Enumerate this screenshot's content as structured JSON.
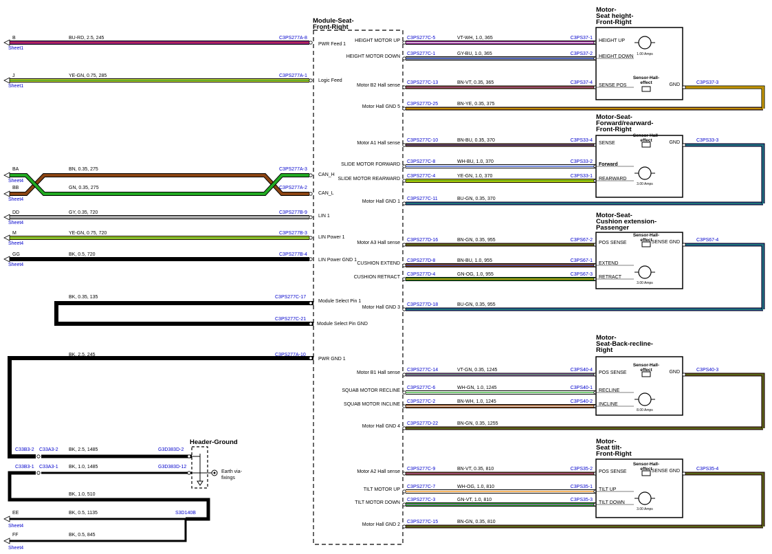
{
  "module": {
    "title_l1": "Module-Seat-",
    "title_l2": "Front-Right"
  },
  "header_ground": {
    "title": "Header-Ground",
    "earth_l1": "Earth via-",
    "earth_l2": "fixings"
  },
  "sheet_refs": {
    "s1": "Sheet1",
    "s4": "Sheet4"
  },
  "left_wires": [
    {
      "letter": "B",
      "spec": "BU-RD,  2.5,  245",
      "conn": "C3PS277A-8",
      "pin": "PWR Feed 1",
      "sheet": "Sheet1",
      "colors": [
        "#8b1a8b",
        "#cc3333"
      ]
    },
    {
      "letter": "J",
      "spec": "YE-GN,  0.75,  285",
      "conn": "C3PS277A-1",
      "pin": "Logic Feed",
      "sheet": "Sheet1",
      "colors": [
        "#ccdd33",
        "#228b22"
      ]
    },
    {
      "letter": "BA",
      "spec": "BN,  0.35,  275",
      "conn": "C3PS277A-3",
      "pin": "CAN_H",
      "sheet": "Sheet4",
      "colors": [
        "#8b4513",
        "#8b4513"
      ]
    },
    {
      "letter": "BB",
      "spec": "GN,  0.35,  275",
      "conn": "C3PS277A-2",
      "pin": "CAN_L",
      "sheet": "Sheet4",
      "colors": [
        "#22aa22",
        "#22aa22"
      ]
    },
    {
      "letter": "DD",
      "spec": "GY,  0.35,  720",
      "conn": "C3PS277B-9",
      "pin": "LIN 1",
      "sheet": "Sheet4",
      "colors": [
        "#aaaaaa",
        "#aaaaaa"
      ]
    },
    {
      "letter": "M",
      "spec": "YE-GN,  0.75,  720",
      "conn": "C3PS277B-3",
      "pin": "LIN Power 1",
      "sheet": "Sheet4",
      "colors": [
        "#ccdd33",
        "#228b22"
      ]
    },
    {
      "letter": "GG",
      "spec": "BK,  0.5,  720",
      "conn": "C3PS277B-4",
      "pin": "LIN Power GND 1",
      "sheet": "Sheet4",
      "colors": [
        "#000000",
        "#000000"
      ]
    }
  ],
  "module_select": {
    "spec": "BK,  0.35,  135",
    "conn1": "C3PS277C-17",
    "pin1": "Module Select Pin 1",
    "conn2": "C3PS277C-21",
    "pin2": "Module Select Pin GND"
  },
  "pwr_gnd": {
    "spec": "BK,  2.5,  245",
    "conn": "C3PS277A-10",
    "pin": "PWR GND 1"
  },
  "ground_rows": [
    {
      "c1": "C33B3-2",
      "c2": "C33A3-2",
      "spec": "BK,  2.5,  1485",
      "g": "G3D383D-2"
    },
    {
      "c1": "C33B3-1",
      "c2": "C33A3-1",
      "spec": "BK,  1.0,  1485",
      "g": "G3D383D-12"
    }
  ],
  "ground_misc": {
    "spec_510": "BK,  1.0,  510",
    "ee_letter": "EE",
    "ee_spec": "BK,  0.5,  1135",
    "ee_conn": "S3D140B",
    "ff_letter": "FF",
    "ff_spec": "BK,  0.5,  845"
  },
  "right_wires": [
    {
      "pin": "HEIGHT MOTOR UP",
      "conn": "C3PS277C-5",
      "spec": "VT-WH,  1.0,  365",
      "dest": "C3PS37-1",
      "colors": [
        "#8b1a8b",
        "#ffffff"
      ]
    },
    {
      "pin": "HEIGHT MOTOR DOWN",
      "conn": "C3PS277C-1",
      "spec": "GY-BU,  1.0,  365",
      "dest": "C3PS37-2",
      "colors": [
        "#999999",
        "#2244cc"
      ]
    },
    {
      "pin": "Motor B2 Hall sense",
      "conn": "C3PS277C-13",
      "spec": "BN-VT,  0.35,  365",
      "dest": "C3PS37-4",
      "colors": [
        "#8b4513",
        "#aa55cc"
      ]
    },
    {
      "pin": "Motor Hall GND 5",
      "conn": "C3PS277D-25",
      "spec": "BN-YE,  0.35,  375",
      "dest": "",
      "colors": [
        "#8b4513",
        "#ffdd00"
      ]
    },
    {
      "pin": "Motor A1 Hall sense",
      "conn": "C3PS277C-10",
      "spec": "BN-BU,  0.35,  370",
      "dest": "C3PS33-4",
      "colors": [
        "#8b4513",
        "#2244cc"
      ]
    },
    {
      "pin": "SLIDE MOTOR FORWARD",
      "conn": "C3PS277C-8",
      "spec": "WH-BU,  1.0,  370",
      "dest": "C3PS33-2",
      "colors": [
        "#ffffff",
        "#2244cc"
      ]
    },
    {
      "pin": "SLIDE MOTOR REARWARD",
      "conn": "C3PS277C-4",
      "spec": "YE-GN,  1.0,  370",
      "dest": "C3PS33-1",
      "colors": [
        "#dddd00",
        "#228b22"
      ]
    },
    {
      "pin": "Motor Hall GND 1",
      "conn": "C3PS277C-11",
      "spec": "BU-GN,  0.35,  370",
      "dest": "",
      "colors": [
        "#2244cc",
        "#22aa22"
      ]
    },
    {
      "pin": "Motor A3 Hall sense",
      "conn": "C3PS277D-16",
      "spec": "BN-GN,  0.35,  955",
      "dest": "C3PS67-2",
      "colors": [
        "#8b4513",
        "#228b22"
      ]
    },
    {
      "pin": "CUSHION EXTEND",
      "conn": "C3PS277D-8",
      "spec": "BN-BU,  1.0,  955",
      "dest": "C3PS67-1",
      "colors": [
        "#8b4513",
        "#2244cc"
      ]
    },
    {
      "pin": "CUSHION RETRACT",
      "conn": "C3PS277D-4",
      "spec": "GN-OG,  1.0,  955",
      "dest": "C3PS67-3",
      "colors": [
        "#228b22",
        "#ff8800"
      ]
    },
    {
      "pin": "Motor Hall GND 3",
      "conn": "C3PS277D-18",
      "spec": "BU-GN,  0.35,  955",
      "dest": "",
      "colors": [
        "#2244cc",
        "#22aa22"
      ]
    },
    {
      "pin": "Motor B1 Hall sense",
      "conn": "C3PS277C-14",
      "spec": "VT-GN,  0.35,  1245",
      "dest": "C3PS40-4",
      "colors": [
        "#aa55cc",
        "#22aa22"
      ]
    },
    {
      "pin": "SQUAB MOTOR RECLINE",
      "conn": "C3PS277C-6",
      "spec": "WH-GN,  1.0,  1245",
      "dest": "C3PS40-1",
      "colors": [
        "#ffffff",
        "#22aa22"
      ]
    },
    {
      "pin": "SQUAB MOTOR INCLINE",
      "conn": "C3PS277C-2",
      "spec": "BN-WH,  1.0,  1245",
      "dest": "C3PS40-2",
      "colors": [
        "#8b4513",
        "#ffffff"
      ]
    },
    {
      "pin": "Motor Hall GND 4",
      "conn": "C3PS277D-22",
      "spec": "BN-GN,  0.35,  1255",
      "dest": "",
      "colors": [
        "#8b4513",
        "#228b22"
      ]
    },
    {
      "pin": "Motor A2 Hall sense",
      "conn": "C3PS277C-9",
      "spec": "BN-VT,  0.35,  810",
      "dest": "C3PS35-2",
      "colors": [
        "#8b4513",
        "#aa55cc"
      ]
    },
    {
      "pin": "TILT MOTOR UP",
      "conn": "C3PS277C-7",
      "spec": "WH-OG,  1.0,  810",
      "dest": "C3PS35-1",
      "colors": [
        "#ffffff",
        "#ff8800"
      ]
    },
    {
      "pin": "TILT MOTOR DOWN",
      "conn": "C3PS277C-3",
      "spec": "GN-VT,  1.0,  810",
      "dest": "C3PS35-3",
      "colors": [
        "#22aa22",
        "#aa55cc"
      ]
    },
    {
      "pin": "Motor Hall GND 2",
      "conn": "C3PS277C-15",
      "spec": "BN-GN,  0.35,  810",
      "dest": "",
      "colors": [
        "#8b4513",
        "#228b22"
      ]
    }
  ],
  "motors": [
    {
      "title": [
        "Motor-",
        "Seat height-",
        "Front-Right"
      ],
      "pins": [
        "HEIGHT UP",
        "HEIGHT DOWN",
        "SENSE POS",
        "GND"
      ],
      "amps": "1.00 Amps",
      "sensor": [
        "Sensor-Hall-",
        "effect"
      ],
      "gnd_conn": "C3PS37-3"
    },
    {
      "title": [
        "Motor-Seat-",
        "Forward/rearward-",
        "Front-Right"
      ],
      "pins": [
        "SENSE",
        "Forward",
        "REARWARD",
        "GND"
      ],
      "amps": "3.00 Amps",
      "sensor": [
        "Sensor-Hall-",
        "effect"
      ],
      "gnd_conn": "C3PS33-3"
    },
    {
      "title": [
        "Motor-Seat-",
        "Cushion extension-",
        "Passenger"
      ],
      "pins": [
        "POS SENSE",
        "EXTEND",
        "RETRACT",
        "SENSE GND"
      ],
      "amps": "3.00 Amps",
      "sensor": [
        "Sensor-Hall-",
        "effect"
      ],
      "gnd_conn": "C3PS67-4"
    },
    {
      "title": [
        "Motor-",
        "Seat-Back-recline-",
        "Right"
      ],
      "pins": [
        "POS SENSE",
        "RECLINE",
        "INCLINE",
        "GND"
      ],
      "amps": "8.00 Amps",
      "sensor": [
        "Sensor-Hall-",
        "effect"
      ],
      "gnd_conn": "C3PS40-3"
    },
    {
      "title": [
        "Motor-",
        "Seat tilt-",
        "Front-Right"
      ],
      "pins": [
        "POS SENSE",
        "TILT UP",
        "TILT DOWN",
        "SENSE GND"
      ],
      "amps": "3.00 Amps",
      "sensor": [
        "Sensor-Hall-",
        "effect"
      ],
      "gnd_conn": "C3PS35-4"
    }
  ]
}
